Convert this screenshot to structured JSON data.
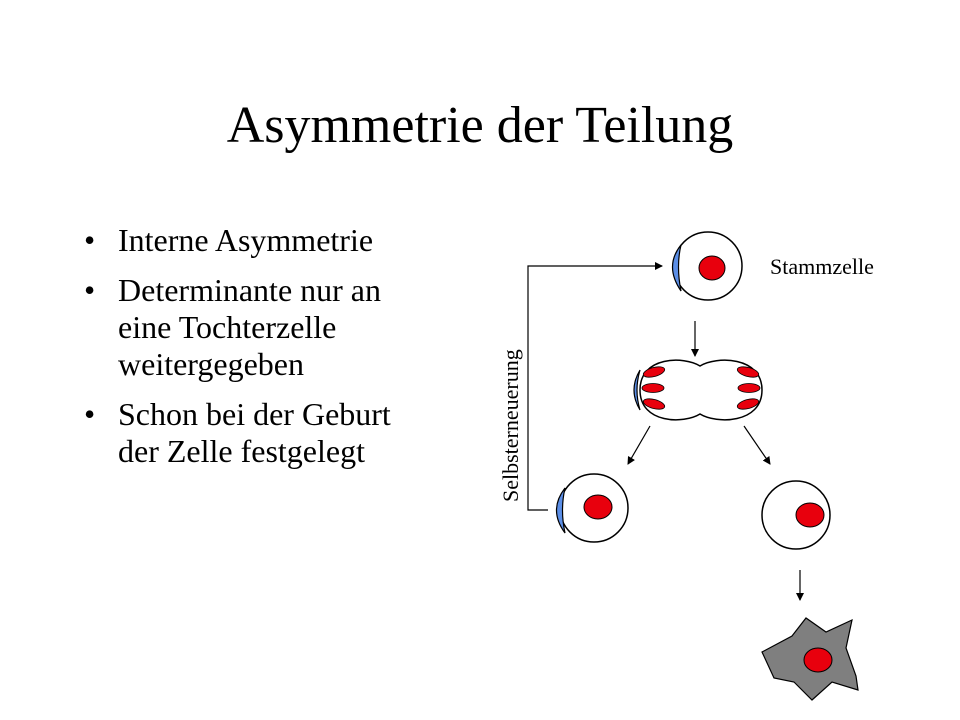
{
  "slide": {
    "title": "Asymmetrie der Teilung",
    "bullets": [
      {
        "marker": "•",
        "text": "Interne Asymmetrie"
      },
      {
        "marker": "•",
        "text": "Determinante nur an eine Tochterzelle weitergegeben"
      },
      {
        "marker": "•",
        "text": "Schon bei der Geburt der Zelle festgelegt"
      }
    ]
  },
  "diagram": {
    "stem_cell_label": "Stammzelle",
    "self_renewal_label": "Selbsterneuerung"
  },
  "colors": {
    "nucleus": "#e8000d",
    "determinant": "#5b8ee6",
    "differentiated_cell": "#7f7f7f",
    "outline": "#000000"
  }
}
